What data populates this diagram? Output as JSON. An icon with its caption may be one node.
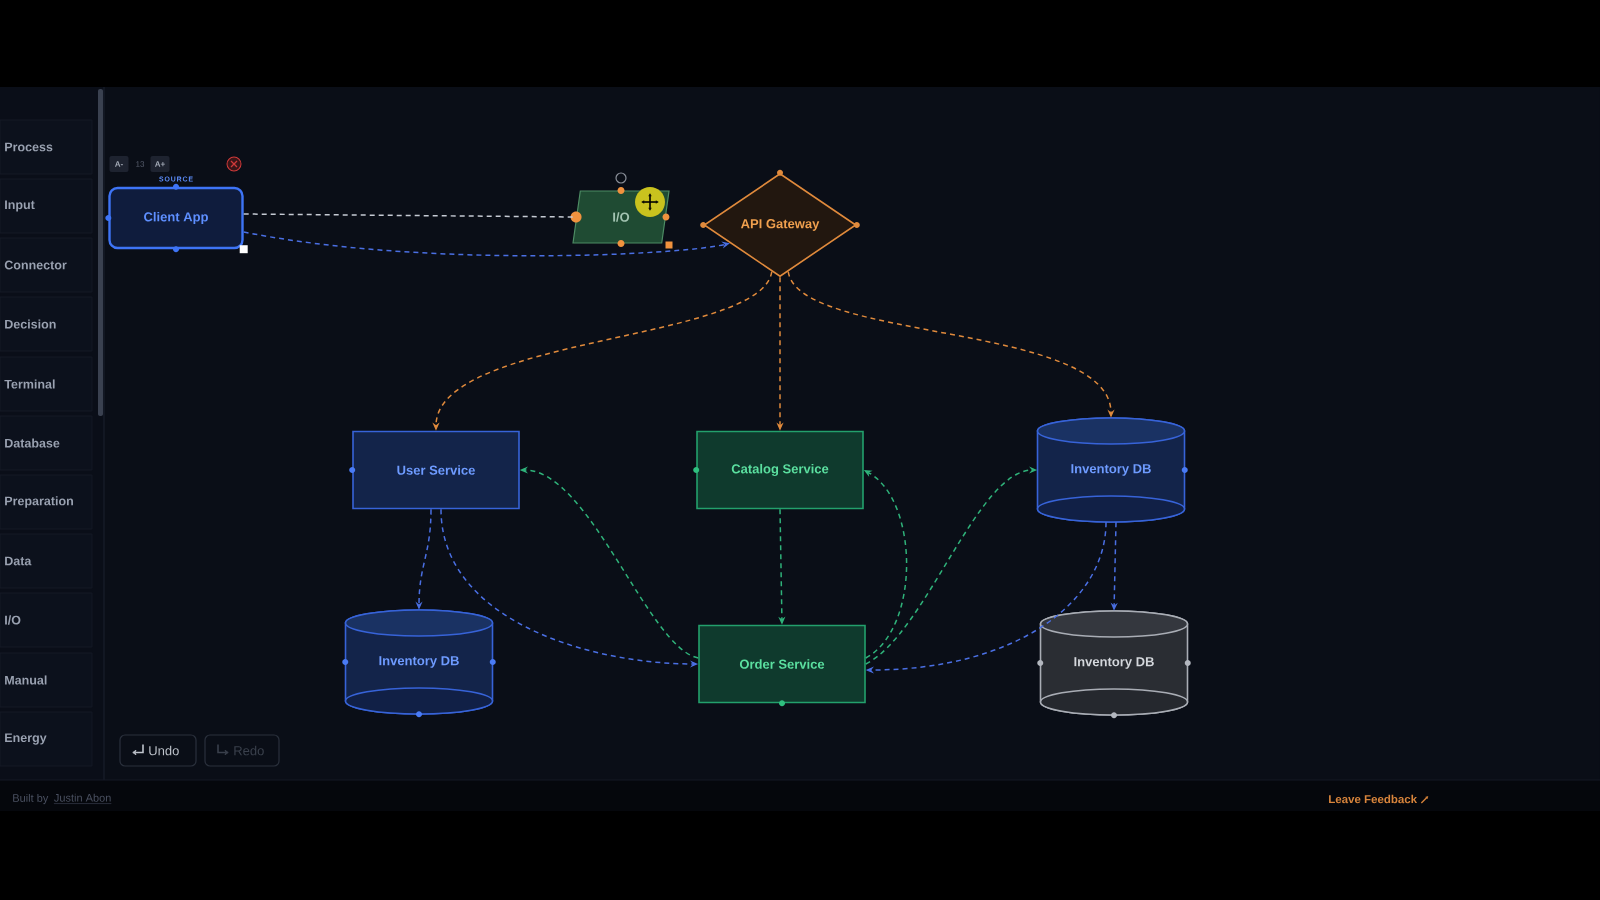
{
  "diagram": {
    "nodes": [
      {
        "text": [
          "Client App"
        ],
        "beside": [
          "SOURCE"
        ]
      },
      {
        "text": [
          "I/O"
        ]
      },
      {
        "text": [
          "API Gateway"
        ]
      },
      {
        "text": [
          "User Service"
        ]
      },
      {
        "text": [
          "Catalog Service"
        ]
      },
      {
        "text": [
          "Inventory DB"
        ]
      },
      {
        "text": [
          "Inventory DB"
        ]
      },
      {
        "text": [
          "Order Service"
        ]
      },
      {
        "text": [
          "Inventory DB"
        ]
      }
    ],
    "edges": [
      {
        "from": 0,
        "to": 1,
        "arrow": "none",
        "style": "dashed",
        "color": "#c5cad3"
      },
      {
        "from": 0,
        "to": 2,
        "arrow": "to",
        "style": "dashed",
        "color": "#4a6fe3"
      },
      {
        "from": 2,
        "to": 3,
        "arrow": "to",
        "style": "dashed",
        "color": "#e08a3c"
      },
      {
        "from": 2,
        "to": 4,
        "arrow": "to",
        "style": "dashed",
        "color": "#e08a3c"
      },
      {
        "from": 2,
        "to": 5,
        "arrow": "to",
        "style": "dashed",
        "color": "#e08a3c"
      },
      {
        "from": 3,
        "to": 6,
        "arrow": "to",
        "style": "dashed",
        "color": "#4a6fe3"
      },
      {
        "from": 3,
        "to": 7,
        "arrow": "to",
        "style": "dashed",
        "color": "#4a6fe3"
      },
      {
        "from": 7,
        "to": 3,
        "arrow": "to",
        "style": "dashed",
        "color": "#2fb27a"
      },
      {
        "from": 4,
        "to": 7,
        "arrow": "to",
        "style": "dashed",
        "color": "#2fb27a"
      },
      {
        "from": 7,
        "to": 4,
        "arrow": "to",
        "style": "dashed",
        "color": "#2fb27a"
      },
      {
        "from": 7,
        "to": 5,
        "arrow": "to",
        "style": "dashed",
        "color": "#2fb27a"
      },
      {
        "from": 5,
        "to": 7,
        "arrow": "to",
        "style": "dashed",
        "color": "#4a6fe3"
      },
      {
        "from": 5,
        "to": 8,
        "arrow": "to",
        "style": "dashed",
        "color": "#4a6fe3"
      }
    ],
    "labels": [
      "Process",
      "Input",
      "Connector",
      "Decision",
      "Terminal",
      "Database",
      "Preparation",
      "Data",
      "I/O",
      "Manual",
      "Energy",
      "A-",
      "13",
      "A+",
      "Undo",
      "Redo",
      "Built by",
      "Justin Abon",
      "Leave Feedback"
    ]
  }
}
